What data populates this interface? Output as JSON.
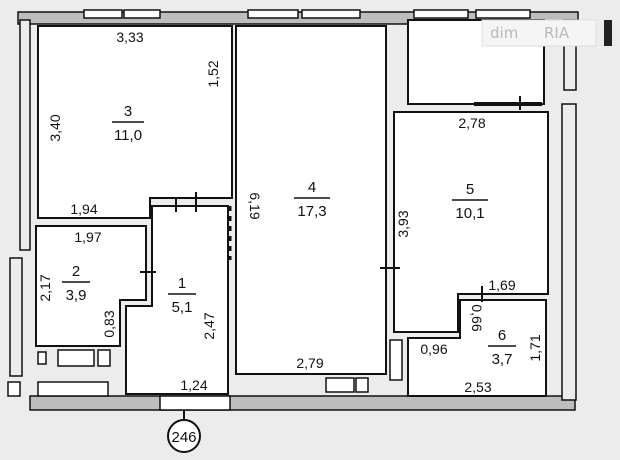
{
  "watermark": {
    "text": "dim",
    "sub": "RIA"
  },
  "building_number": "246",
  "rooms": [
    {
      "id": "room-3",
      "number": "3",
      "area": "11,0"
    },
    {
      "id": "room-4",
      "number": "4",
      "area": "17,3"
    },
    {
      "id": "room-5",
      "number": "5",
      "area": "10,1"
    },
    {
      "id": "room-2",
      "number": "2",
      "area": "3,9"
    },
    {
      "id": "room-1",
      "number": "1",
      "area": "5,1"
    },
    {
      "id": "room-6",
      "number": "6",
      "area": "3,7"
    }
  ],
  "dimensions": {
    "room3_top": "3,33",
    "room3_left": "3,40",
    "room3_right": "1,52",
    "room3_bottom": "1,94",
    "room2_top": "1,97",
    "room2_left": "2,17",
    "room2_right": "0,83",
    "hall_wall": "6,19",
    "room1_right": "2,47",
    "room1_bottom": "1,24",
    "room4_bottom": "2,79",
    "room5_top": "2,78",
    "room5_left": "3,93",
    "room6_top": "1,69",
    "room6_notch": "0,66",
    "room6_left": "0,96",
    "room6_right": "1,71",
    "room6_bottom": "2,53"
  }
}
